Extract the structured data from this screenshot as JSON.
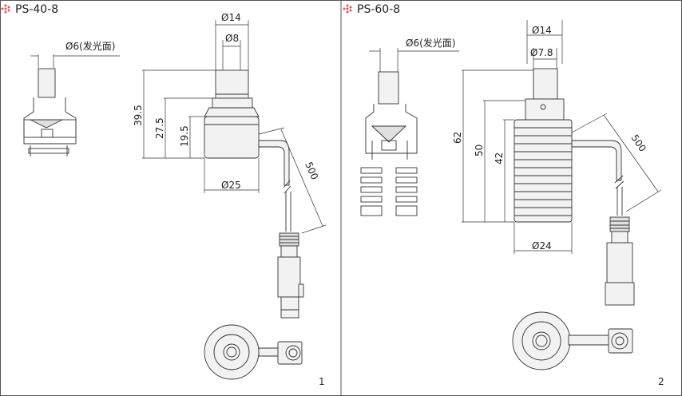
{
  "panels": [
    {
      "title": "PS-40-8",
      "dims": {
        "d_top": "Ø14",
        "d_inner": "Ø8",
        "d_emit": "Ø6(发光面)",
        "h1": "39.5",
        "h2": "27.5",
        "h3": "19.5",
        "cable": "500",
        "d_body": "Ø25"
      },
      "page_number": "1"
    },
    {
      "title": "PS-60-8",
      "dims": {
        "d_top": "Ø14",
        "d_inner": "Ø7.8",
        "d_emit": "Ø6(发光面)",
        "h1": "62",
        "h2": "50",
        "h3": "42",
        "cable": "500",
        "d_body": "Ø24"
      },
      "page_number": "2"
    }
  ],
  "accent_color": "#e8505b"
}
